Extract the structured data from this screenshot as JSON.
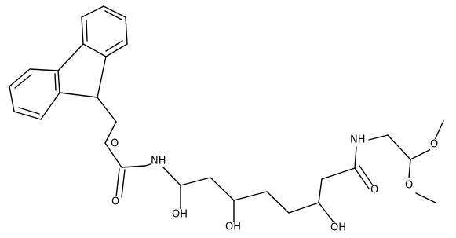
{
  "molecule": {
    "labels": {
      "o_ether": "O",
      "nh_carbamate": "NH",
      "o_carbonyl_carbamate": "O",
      "oh_c1": "OH",
      "oh_c3": "OH",
      "oh_c5": "OH",
      "o_amide": "O",
      "nh_amide": "NH",
      "o_methoxy_top": "O",
      "o_methoxy_bottom": "O"
    }
  }
}
